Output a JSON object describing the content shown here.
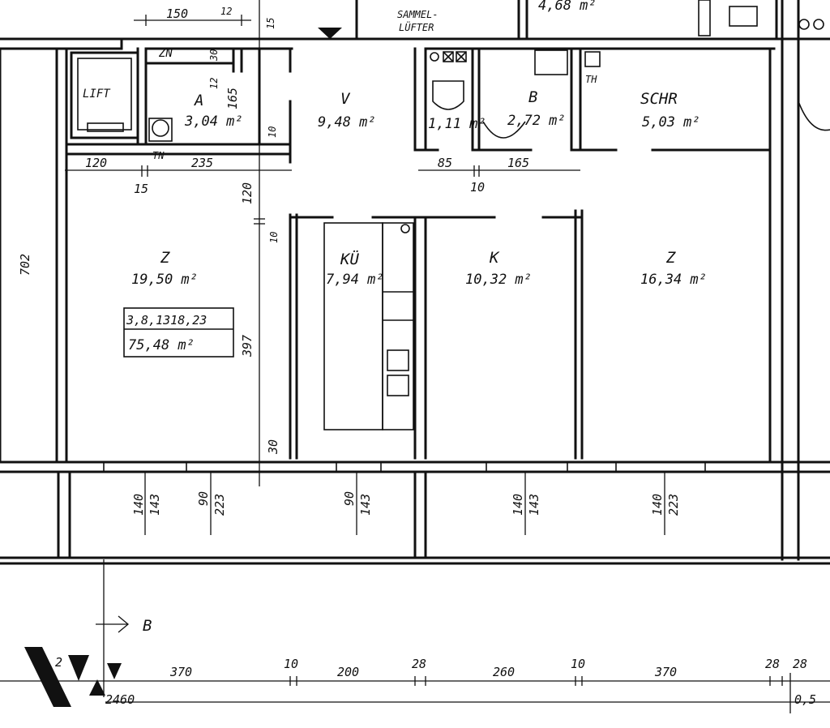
{
  "rooms": {
    "zn": {
      "label": "ZN"
    },
    "lift": {
      "label": "LIFT"
    },
    "a": {
      "label": "A",
      "area": "3,04 m²"
    },
    "v": {
      "label": "V",
      "area": "9,48 m²"
    },
    "wc": {
      "area": "1,11 m²"
    },
    "b": {
      "label": "B",
      "area": "2,72 m²"
    },
    "schr": {
      "label": "SCHR",
      "area": "5,03 m²"
    },
    "z_left": {
      "label": "Z",
      "area": "19,50 m²"
    },
    "kue": {
      "label": "KÜ",
      "area": "7,94 m²"
    },
    "k": {
      "label": "K",
      "area": "10,32 m²"
    },
    "z_right": {
      "label": "Z",
      "area": "16,34 m²"
    },
    "top_partial": {
      "area": "4,68 m²"
    }
  },
  "labels": {
    "sammel": "SAMMEL-",
    "luefter": "LÜFTER",
    "th_left": "TN",
    "th_right": "TH",
    "section_marker": "B"
  },
  "unit_box": {
    "line1": "3,8,1318,23",
    "line2": "75,48 m²"
  },
  "dims": {
    "top_150": "150",
    "top_12": "12",
    "top_15": "15",
    "zn_30": "30",
    "a_12": "12",
    "a_165": "165",
    "v_10": "10",
    "left_120": "120",
    "left_235": "235",
    "left_15": "15",
    "mid_120": "120",
    "mid_10": "10",
    "b_85": "85",
    "b_165": "165",
    "b_10": "10",
    "side_702": "702",
    "side_397": "397",
    "side_30": "30",
    "w1_a": "140",
    "w1_b": "143",
    "w2_a": "90",
    "w2_b": "223",
    "w3_a": "90",
    "w3_b": "143",
    "w4_a": "140",
    "w4_b": "143",
    "w5_a": "140",
    "w5_b": "223",
    "bot_370a": "370",
    "bot_10a": "10",
    "bot_200": "200",
    "bot_28a": "28",
    "bot_260": "260",
    "bot_10b": "10",
    "bot_370b": "370",
    "bot_28b": "28",
    "bot_28c": "28",
    "bot_total": "2460",
    "bot_05": "0,5",
    "bot_2": "2"
  }
}
